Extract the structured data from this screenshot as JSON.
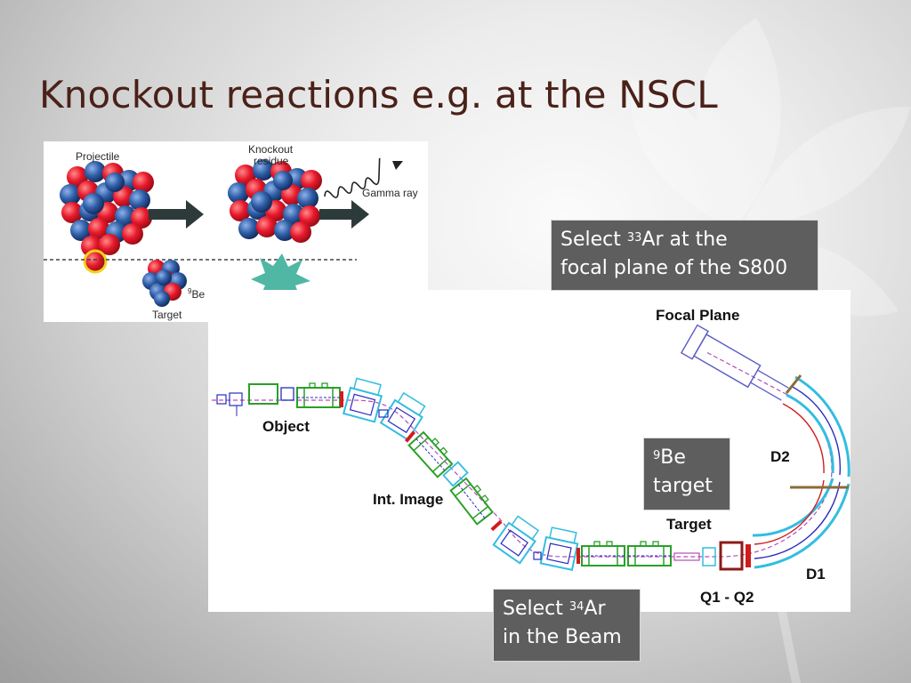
{
  "slide": {
    "title": "Knockout reactions e.g. at the NSCL"
  },
  "knockout_diagram": {
    "projectile_label": "Projectile",
    "residue_label_line1": "Knockout",
    "residue_label_line2": "residue",
    "gamma_label": "Gamma ray",
    "be_label": "Be",
    "be_mass": "9",
    "target_label": "Target",
    "colors": {
      "proton": "#e8192c",
      "neutron": "#2f5fa8",
      "arrow": "#2d3a3a",
      "flash": "#4fb7a3"
    }
  },
  "beamline": {
    "focal_plane_label": "Focal Plane",
    "object_label": "Object",
    "int_image_label": "Int. Image",
    "target_label": "Target",
    "d1_label": "D1",
    "d2_label": "D2",
    "q_label": "Q1 - Q2",
    "colors": {
      "quad": "#2aa02a",
      "dipole": "#33bde0",
      "blue": "#2b2bc0",
      "red": "#d11c1c"
    }
  },
  "callouts": {
    "focal": {
      "pre": "Select ",
      "mass": "33",
      "post": "Ar at the",
      "line2": "focal plane of the S800"
    },
    "target": {
      "mass": "9",
      "post": "Be",
      "line2": "target"
    },
    "beam": {
      "pre": "Select ",
      "mass": "34",
      "post": "Ar",
      "line2": "in the Beam"
    }
  }
}
